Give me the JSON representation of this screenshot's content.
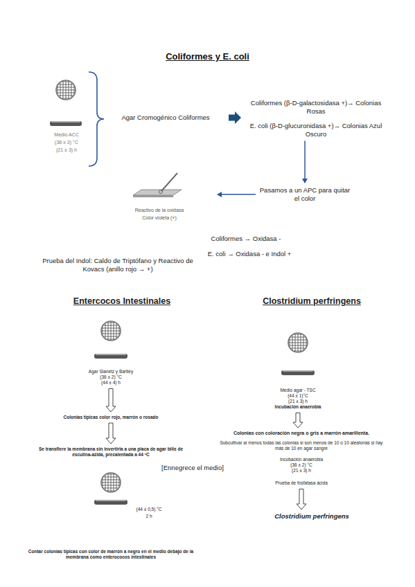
{
  "diagram": {
    "title": "Coliformes y E. coli",
    "nodes": [
      {
        "text": [
          "Agar Cromogénico Coliformes"
        ]
      },
      {
        "text": [
          "Coliformes (β-D-galactosidasa +)→ Colonias Rosas",
          "E. coli (β-D-glucuronidasa +)→ Colonias Azul Oscuro"
        ]
      },
      {
        "text": [
          "Pasamos a un APC para quitar el color"
        ]
      },
      {
        "text": [
          "Reactivo de la oxidasa",
          "Color violeta (+)"
        ]
      },
      {
        "text": [
          "Agar Slanetz y Bartley",
          "(36 ± 2) °C",
          "(44 ± 4) h"
        ]
      },
      {
        "text": [
          "Colonias típicas color rojo, marrón o rosado"
        ]
      },
      {
        "text": [
          "Se transfiere la membrana sin invertirla a una placa de agar bilis de esculina-azida, precalentada a 44 ºC"
        ]
      },
      {
        "text": [
          "(44 ± 0,5) °C",
          "2 h"
        ]
      },
      {
        "text": [
          "Contar colonias típicas con color de marrón a negro en el medio debajo de la membrana como enterococos intestinales"
        ]
      },
      {
        "text": [
          "Medio agar - TSC",
          "(44 ± 1)°C",
          "(21 ± 3) h",
          "Incubación anaerobia"
        ]
      },
      {
        "text": [
          "Colonias con coloración negra o gris a marrón amarillenta.",
          "Subcultivar al menos todas las colonias si son menos de 10 o 10 aleatorias si hay más de 10 en agar sangre",
          "Incubación anaerobia",
          "(36 ± 2) °C",
          "(21 ± 3) h",
          "Prueba de fosfatasa ácida"
        ]
      },
      {
        "text": [
          "Clostridium perfringens"
        ]
      }
    ],
    "edges": [
      {
        "from": 0,
        "to": 1,
        "arrow": "to"
      },
      {
        "from": 1,
        "to": 2,
        "arrow": "to"
      },
      {
        "from": 2,
        "to": 3,
        "arrow": "to"
      },
      {
        "from": 4,
        "to": 5,
        "arrow": "to"
      },
      {
        "from": 5,
        "to": 6,
        "arrow": "to"
      },
      {
        "from": 9,
        "to": 10,
        "arrow": "to"
      },
      {
        "from": 10,
        "to": 11,
        "arrow": "to"
      }
    ],
    "labels": [
      "Medio ACC",
      "(36 ± 2) °C",
      "(21 ± 3) h",
      "Coliformes → Oxidasa -",
      "E. coli → Oxidasa - e Indol +",
      "Prueba del Indol: Caldo de Triptófano y Reactivo de Kovacs (anillo rojo → +)",
      "Entercocos Intestinales",
      "Clostridium perfringens",
      "[Ennegrece el medio]"
    ]
  }
}
